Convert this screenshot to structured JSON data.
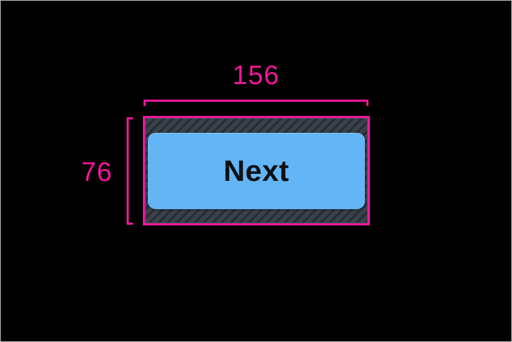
{
  "window": {
    "background": "#000000",
    "frame_border": "#BDBDBD"
  },
  "annotation": {
    "width_label": "156",
    "height_label": "76",
    "color": "#F2169A"
  },
  "touch_target": {
    "hatch_background": "#3A414B",
    "hatch_stripe": "#262C34"
  },
  "button": {
    "label": "Next",
    "fill": "#64B5F6",
    "text_color": "#0D1014"
  }
}
